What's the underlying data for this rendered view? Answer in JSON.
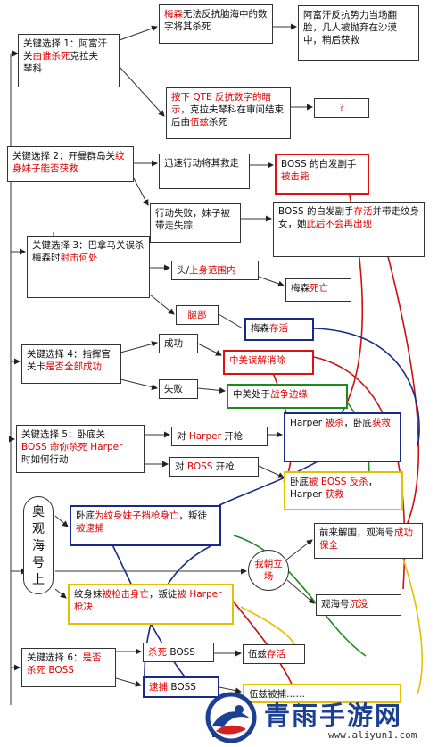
{
  "nodes": {
    "c1": [
      "关键选择 1：阿富汗",
      "关",
      "由谁杀死",
      "克拉夫",
      "琴科"
    ],
    "c1a": [
      "",
      "梅森",
      "无法反抗脑海中的数字将其杀死"
    ],
    "c1a2": "阿富汗反抗势力当场翻脸，几人被抛弃在沙漠中，稍后获救",
    "c1b": [
      "按下 QTE 反抗数字的暗示，",
      "克拉夫琴科在审问结束后由",
      "伍兹",
      "杀死"
    ],
    "c1b2": "?",
    "c2": [
      "关键选择 2：开曼群岛关",
      "纹身妹子能否获救"
    ],
    "c2a": "迅速行动将其救走",
    "c2a2": [
      "BOSS 的白发副手",
      "被击毙"
    ],
    "c2b": "行动失败，妹子被带走失踪",
    "c2b2": [
      "BOSS 的白发副手",
      "存活",
      "并带走纹身女，她",
      "此后不会再出现"
    ],
    "c3": [
      "关键选择 3：巴拿马关误杀梅森时",
      "射击何处"
    ],
    "c3a": [
      "头/",
      "上身范围内"
    ],
    "c3a2": [
      "梅森",
      "死亡"
    ],
    "c3b": "腿部",
    "c3b2": [
      "梅森",
      "存活"
    ],
    "c4": [
      "关键选择 4：指挥官关卡",
      "是否全部成功"
    ],
    "c4a": "成功",
    "c4a2": "中美误解消除",
    "c4b": "失败",
    "c4b2": [
      "中美处于",
      "战争边缘"
    ],
    "c5": [
      "关键选择 5：卧底关",
      "BOSS 命你杀死 Harper",
      "时如何行动"
    ],
    "c5a": [
      "对 ",
      "Harper",
      " 开枪"
    ],
    "c5a2": [
      "Harper ",
      "被杀",
      "，卧底",
      "获救"
    ],
    "c5b": [
      "对 ",
      "BOSS",
      " 开枪"
    ],
    "c5b2": [
      "卧底",
      "被 BOSS 反杀",
      "，Harper ",
      "获救"
    ],
    "side": "奥观海号上",
    "s1": [
      "卧底",
      "为纹身妹子挡枪身亡",
      "，叛徒",
      "被逮捕"
    ],
    "s2": [
      "纹身妹",
      "被枪击身亡",
      "，叛徒",
      "被 Harper 枪决"
    ],
    "mid": "我朝立场",
    "m1": [
      "前来解围，观海号",
      "成功保全"
    ],
    "m2": [
      "观海号",
      "沉没"
    ],
    "c6": [
      "关键选择 6：",
      "是否杀死 BOSS"
    ],
    "c6a": [
      "杀死",
      " BOSS"
    ],
    "c6a2": [
      "伍兹",
      "存活"
    ],
    "c6b": [
      "逮捕",
      " BOSS"
    ],
    "c6b2": "伍兹被捕……"
  },
  "watermark": {
    "brand": "青雨手游网",
    "url": "www.aliyun1.com"
  }
}
